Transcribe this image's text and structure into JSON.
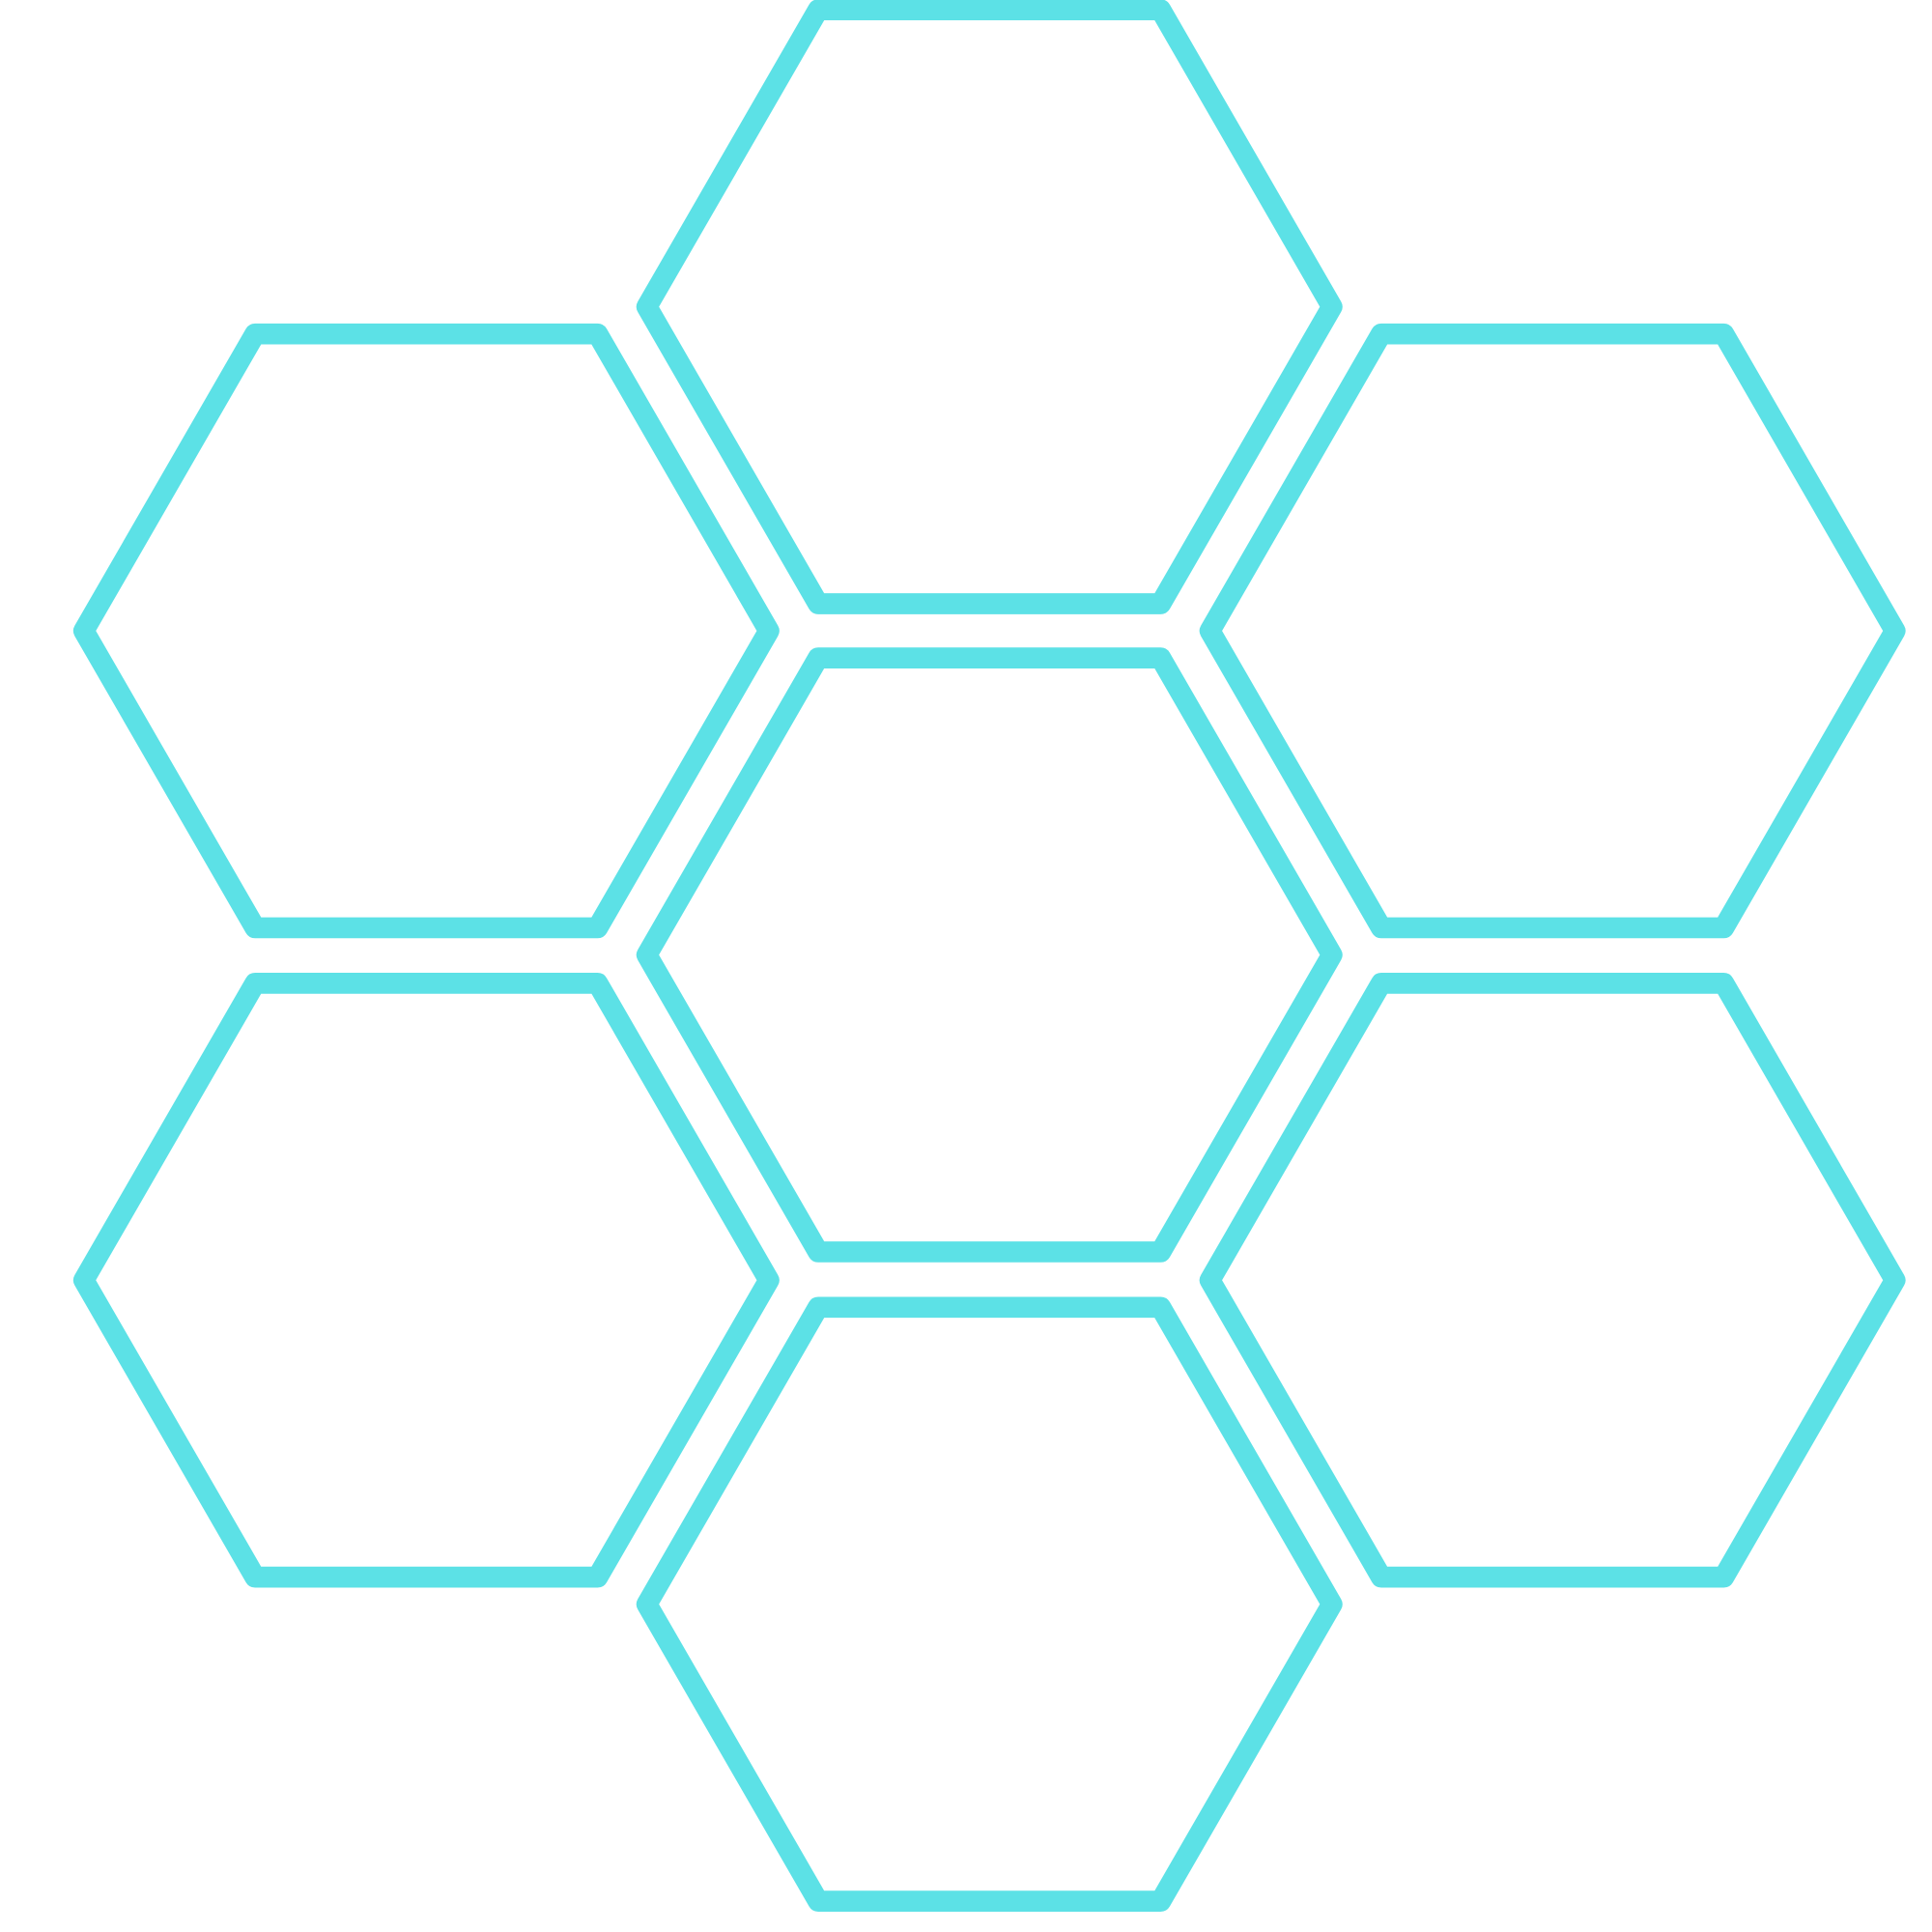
{
  "diagram": {
    "stroke_color": "#5ce1e6",
    "background": "#ffffff",
    "shape": "hexagon",
    "hexagons": [
      {
        "id": "top-center"
      },
      {
        "id": "upper-left"
      },
      {
        "id": "upper-right"
      },
      {
        "id": "center"
      },
      {
        "id": "lower-left"
      },
      {
        "id": "lower-right"
      },
      {
        "id": "bottom-center"
      }
    ]
  }
}
